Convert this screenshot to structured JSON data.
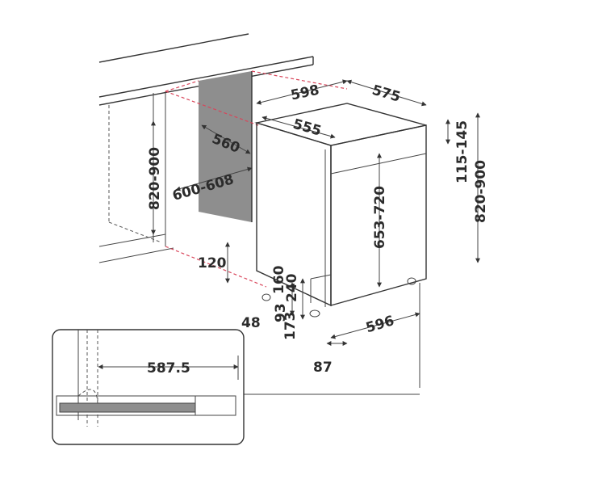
{
  "diagram": {
    "dimensions": {
      "niche_depth_top": "598",
      "appliance_depth": "575",
      "appliance_width_top": "555",
      "niche_rear_width": "560",
      "niche_height": "820-900",
      "niche_width": "600-608",
      "adjust_range": "115-145",
      "total_height_range": "820-900",
      "door_height": "653-720",
      "plinth_clearance": "120",
      "plinth_160": "160",
      "plinth_240": "240",
      "foot_48": "48",
      "foot_93": "93",
      "foot_173": "173",
      "base_width": "596",
      "foot_87": "87",
      "detail_depth": "587.5"
    }
  }
}
